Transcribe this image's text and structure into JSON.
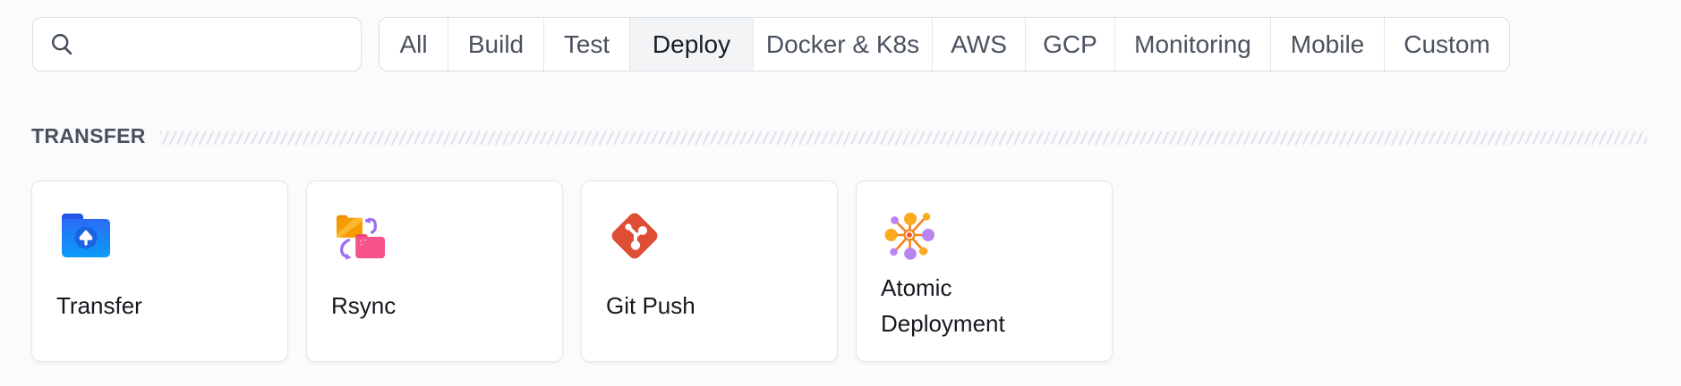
{
  "search": {
    "value": "",
    "placeholder": "",
    "icon": "search-icon"
  },
  "tabs": {
    "items": [
      {
        "label": "All",
        "active": false
      },
      {
        "label": "Build",
        "active": false
      },
      {
        "label": "Test",
        "active": false
      },
      {
        "label": "Deploy",
        "active": true
      },
      {
        "label": "Docker & K8s",
        "active": false
      },
      {
        "label": "AWS",
        "active": false
      },
      {
        "label": "GCP",
        "active": false
      },
      {
        "label": "Monitoring",
        "active": false
      },
      {
        "label": "Mobile",
        "active": false
      },
      {
        "label": "Custom",
        "active": false
      }
    ]
  },
  "section": {
    "title": "TRANSFER"
  },
  "actions": {
    "cards": [
      {
        "label": "Transfer",
        "icon": "folder-upload-icon"
      },
      {
        "label": "Rsync",
        "icon": "folders-sync-icon"
      },
      {
        "label": "Git Push",
        "icon": "git-icon"
      },
      {
        "label": "Atomic Deployment",
        "icon": "atomic-network-icon"
      }
    ]
  },
  "colors": {
    "page_background": "#fafbfc",
    "card_border": "#e3e6eb",
    "active_tab_background": "#f3f4f6",
    "tab_text": "#49525e",
    "section_title_text": "#47515e",
    "hatch_line": "#dfe2e6",
    "transfer_folder_blue": "#1e7ef7",
    "rsync_folder_orange": "#f9a000",
    "rsync_folder_pink": "#f5538a",
    "rsync_arrow_purple": "#9d6ef3",
    "git_red": "#de4e35",
    "atomic_orange": "#f7941d",
    "atomic_amber": "#fbab1e",
    "atomic_purple": "#b983f2"
  }
}
